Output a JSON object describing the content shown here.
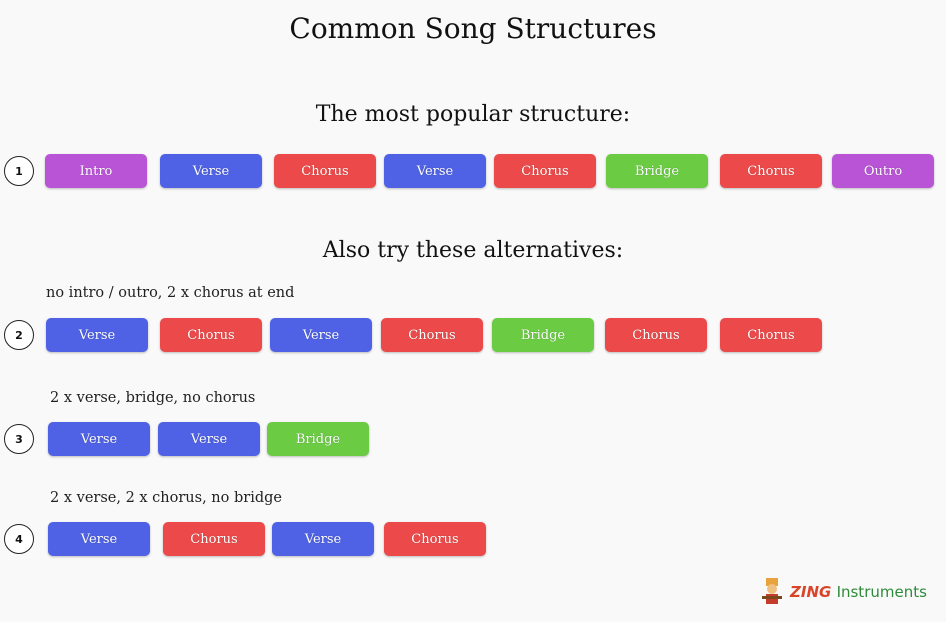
{
  "title": "Common Song Structures",
  "popular_heading": "The most popular structure:",
  "alternatives_heading": "Also try these alternatives:",
  "colors": {
    "Intro": "#b954d6",
    "Outro": "#b954d6",
    "Verse": "#4f62e6",
    "Chorus": "#ec4a4a",
    "Bridge": "#6bcc44"
  },
  "structures": [
    {
      "number": "1",
      "note": "",
      "sections": [
        "Intro",
        "Verse",
        "Chorus",
        "Verse",
        "Chorus",
        "Bridge",
        "Chorus",
        "Outro"
      ]
    },
    {
      "number": "2",
      "note": "no intro / outro, 2 x chorus at end",
      "sections": [
        "Verse",
        "Chorus",
        "Verse",
        "Chorus",
        "Bridge",
        "Chorus",
        "Chorus"
      ]
    },
    {
      "number": "3",
      "note": "2 x verse, bridge, no chorus",
      "sections": [
        "Verse",
        "Verse",
        "Bridge"
      ]
    },
    {
      "number": "4",
      "note": "2 x verse, 2 x chorus, no bridge",
      "sections": [
        "Verse",
        "Chorus",
        "Verse",
        "Chorus"
      ]
    }
  ],
  "logo": {
    "brand": "ZING",
    "product": "Instruments"
  }
}
